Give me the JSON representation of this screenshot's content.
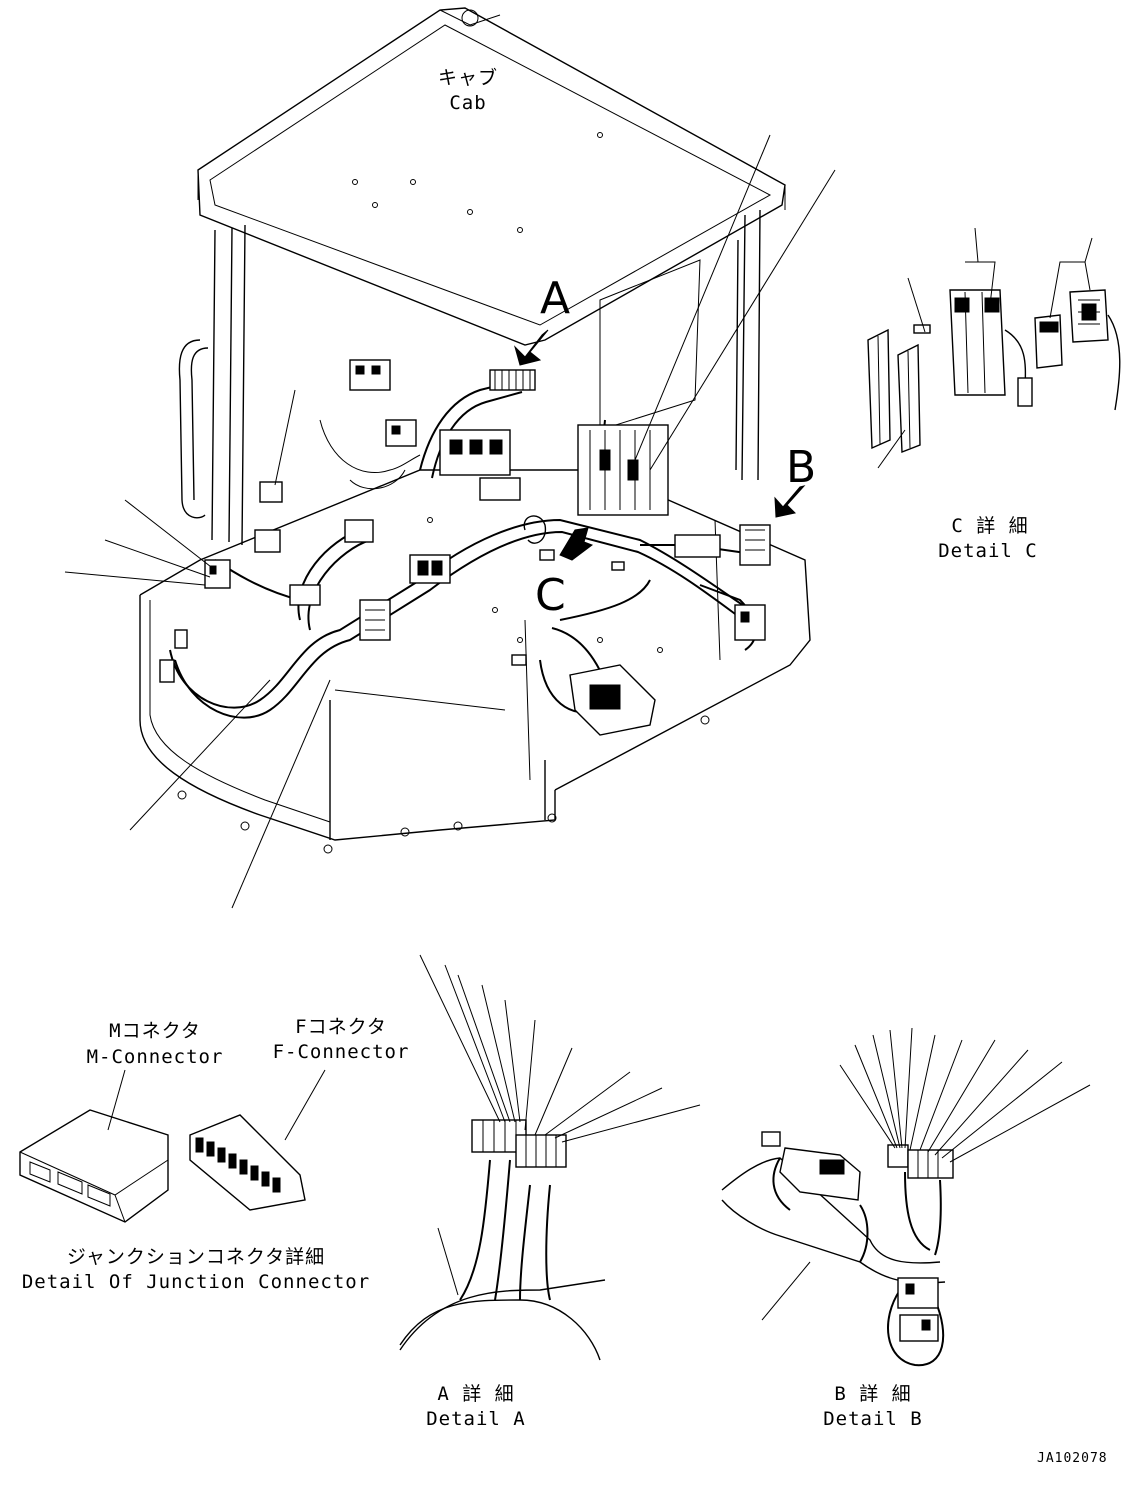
{
  "cab": {
    "jp": "キャブ",
    "en": "Cab"
  },
  "view_letters": {
    "a": "A",
    "b": "B",
    "c": "C"
  },
  "detail_c": {
    "jp": "C 詳 細",
    "en": "Detail C"
  },
  "m_connector": {
    "jp": "Mコネクタ",
    "en": "M-Connector"
  },
  "f_connector": {
    "jp": "Fコネクタ",
    "en": "F-Connector"
  },
  "junction_detail": {
    "jp": "ジャンクションコネクタ詳細",
    "en": "Detail Of Junction Connector"
  },
  "detail_a": {
    "jp": "A 詳 細",
    "en": "Detail A"
  },
  "detail_b": {
    "jp": "B 詳 細",
    "en": "Detail B"
  },
  "drawing_code": "JA102078"
}
